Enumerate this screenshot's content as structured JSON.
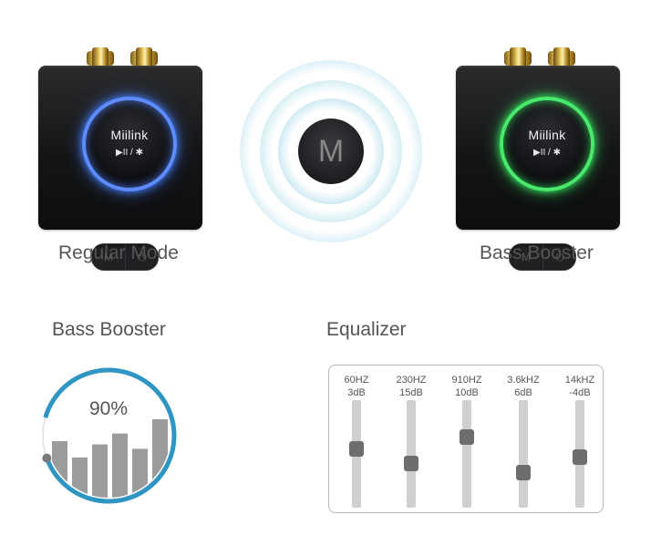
{
  "devices": [
    {
      "brand": "Miilink",
      "controls": "▶II / ✱",
      "button_m": "M",
      "button_power": "⏻",
      "mode_label": "Regular Mode",
      "ring_color": "#5d8cff"
    },
    {
      "brand": "Miilink",
      "controls": "▶II / ✱",
      "button_m": "M",
      "button_power": "⏻",
      "mode_label": "Bass Booster",
      "ring_color": "#49e96c"
    }
  ],
  "center_button": {
    "label": "M",
    "icon": "sound-wave-icon"
  },
  "bass_booster": {
    "title": "Bass Booster",
    "percent_label": "90%",
    "level_fraction": 0.9,
    "bars": [
      0.55,
      0.4,
      0.52,
      0.62,
      0.48,
      0.75
    ]
  },
  "equalizer": {
    "title": "Equalizer",
    "bands": [
      {
        "freq": "60HZ",
        "gain": "3dB",
        "level": 0.55
      },
      {
        "freq": "230HZ",
        "gain": "15dB",
        "level": 0.4
      },
      {
        "freq": "910HZ",
        "gain": "10dB",
        "level": 0.68
      },
      {
        "freq": "3.6kHZ",
        "gain": "6dB",
        "level": 0.3
      },
      {
        "freq": "14kHZ",
        "gain": "-4dB",
        "level": 0.47
      }
    ]
  }
}
